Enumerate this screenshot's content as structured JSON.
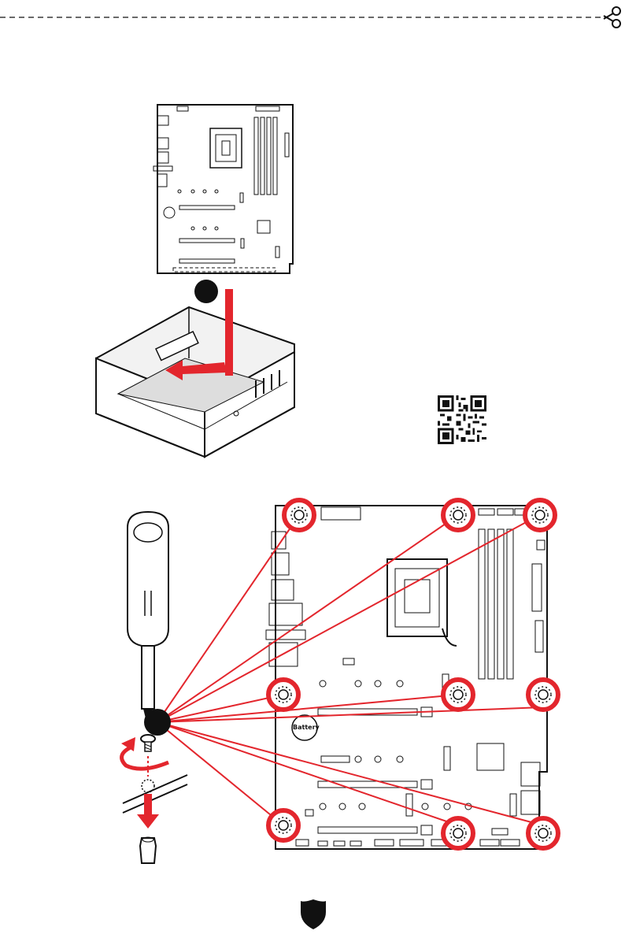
{
  "figure1": {
    "step_label": "",
    "description_hidden": ""
  },
  "figure2": {
    "step_label": "",
    "battery_label": "Battery",
    "standoff_count": 9
  },
  "icons": {
    "scissors": "scissors-icon",
    "qr": "qr-code",
    "logo": "shield-logo-icon",
    "screwdriver": "screwdriver-icon",
    "screw": "screw-icon",
    "standoff": "standoff-icon"
  },
  "colors": {
    "accent": "#e3262d",
    "line": "#1a1a1a",
    "case_fill": "#f2f2f2"
  }
}
